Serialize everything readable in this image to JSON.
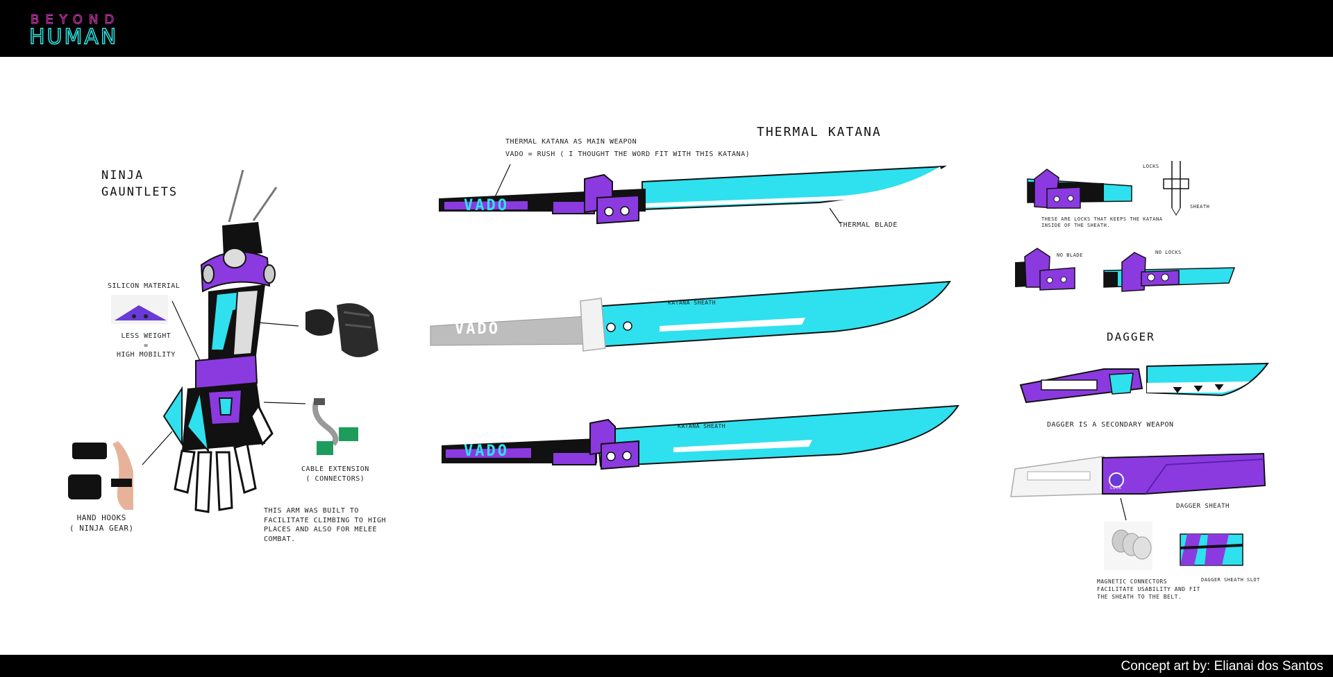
{
  "header": {
    "logo_line1": "BEYOND",
    "logo_line2": "HUMAN",
    "logo_colors": {
      "top": "#e13bc2",
      "bottom": "#33e6e6"
    }
  },
  "footer": {
    "credit": "Concept art by: Elianai dos Santos"
  },
  "colors": {
    "cyan": "#2fe0ee",
    "purple": "#8b3ae0",
    "purple_dark": "#5b1fb0",
    "black": "#0b0b0b",
    "grey": "#bdbdbd"
  },
  "gauntlets": {
    "title": "Ninja\nGauntlets",
    "silicon_label": "Silicon material",
    "weight_note": "Less weight\n=\nHigh mobility",
    "cable_label": "Cable extension\n( connectors)",
    "hooks_label": "Hand hooks\n( ninja gear)",
    "arm_note": "This arm was built to\nfacilitate climbing to high\nplaces and also for melee\ncombat."
  },
  "katana": {
    "title": "Thermal Katana",
    "main_note": "Thermal katana as main weapon",
    "vado_note": "Vado = rush ( I thought the word fit with this katana)",
    "blade_label": "Thermal blade",
    "sheath_label_1": "Katana sheath",
    "sheath_label_2": "Katana sheath",
    "handle_text": "VADO"
  },
  "details": {
    "locks_label": "Locks",
    "sheath_label": "Sheath",
    "locks_note": "These are locks that keeps the katana\ninside of the sheath.",
    "no_blade": "No blade",
    "no_locks": "No locks"
  },
  "dagger": {
    "title": "Dagger",
    "secondary_note": "Dagger is a secondary weapon",
    "sheath_label": "Dagger sheath",
    "magnet_note": "Magnetic connectors\nfacilitate usability and fit\nthe sheath to the belt.",
    "slot_label": "Dagger sheath slot",
    "lock_label": "Lock"
  }
}
